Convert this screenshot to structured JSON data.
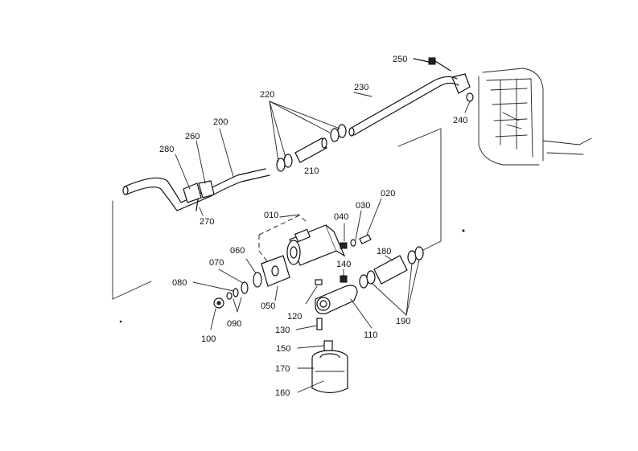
{
  "diagram": {
    "parts": [
      "250",
      "230",
      "240",
      "220",
      "200",
      "260",
      "280",
      "210",
      "270",
      "010",
      "040",
      "030",
      "020",
      "060",
      "070",
      "180",
      "140",
      "080",
      "050",
      "120",
      "100",
      "090",
      "190",
      "130",
      "110",
      "150",
      "170",
      "160"
    ]
  }
}
